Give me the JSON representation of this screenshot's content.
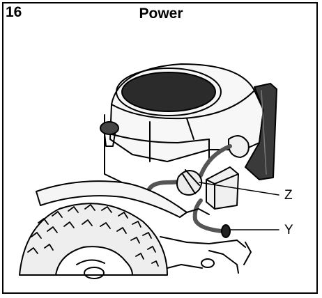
{
  "header": {
    "step_number": "16",
    "title": "Power"
  },
  "illustration": {
    "callouts": [
      {
        "id": "z",
        "label": "Z"
      },
      {
        "id": "y",
        "label": "Y"
      }
    ],
    "colors": {
      "line": "#000000",
      "engine_fill": "#f7f7f7",
      "air_filter": "#2b2b2b",
      "dark_panel": "#3a3a3a",
      "fuel_line": "#555555",
      "tire_fill": "#eeeeee"
    }
  }
}
